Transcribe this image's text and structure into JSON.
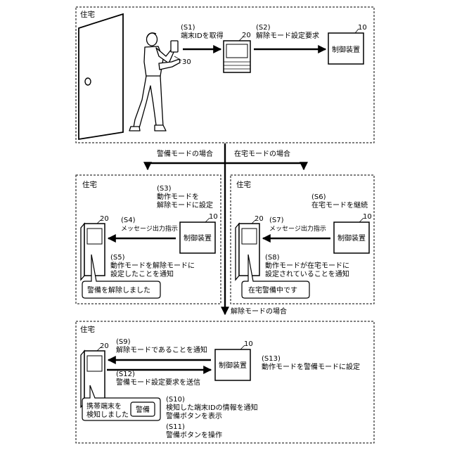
{
  "diagram": {
    "house_label": "住宅",
    "top": {
      "s1": "(S1)",
      "s1_text": "端末IDを取得",
      "s2": "(S2)",
      "s2_text": "解除モード設定要求",
      "ref_20": "20",
      "ref_10": "10",
      "ref_30": "30",
      "controller": "制御装置"
    },
    "branches": {
      "alarm_mode": "警備モードの場合",
      "home_mode": "在宅モードの場合",
      "release_mode": "解除モードの場合"
    },
    "left_box": {
      "house_label": "住宅",
      "s3": "(S3)",
      "s3_line1": "動作モードを",
      "s3_line2": "解除モードに設定",
      "s4": "(S4)",
      "s4_text": "メッセージ出力指示",
      "s5": "(S5)",
      "s5_line1": "動作モードを解除モードに",
      "s5_line2": "設定したことを通知",
      "ref_20": "20",
      "ref_10": "10",
      "controller": "制御装置",
      "message": "警備を解除しました"
    },
    "right_box": {
      "house_label": "住宅",
      "s6": "(S6)",
      "s6_text": "在宅モードを継続",
      "s7": "(S7)",
      "s7_text": "メッセージ出力指示",
      "s8": "(S8)",
      "s8_line1": "動作モードが在宅モードに",
      "s8_line2": "設定されていることを通知",
      "ref_20": "20",
      "ref_10": "10",
      "controller": "制御装置",
      "message": "在宅警備中です"
    },
    "bottom_box": {
      "house_label": "住宅",
      "s9": "(S9)",
      "s9_text": "解除モードであることを通知",
      "s12": "(S12)",
      "s12_text": "警備モード設定要求を送信",
      "s13": "(S13)",
      "s13_text": "動作モードを警備モードに設定",
      "s10": "(S10)",
      "s10_line1": "検知した端末IDの情報を通知",
      "s10_line2": "警備ボタンを表示",
      "s11": "(S11)",
      "s11_text": "警備ボタンを操作",
      "ref_20": "20",
      "ref_10": "10",
      "controller": "制御装置",
      "message_line1": "携帯端末を",
      "message_line2": "検知しました",
      "alarm_button": "警備"
    }
  }
}
